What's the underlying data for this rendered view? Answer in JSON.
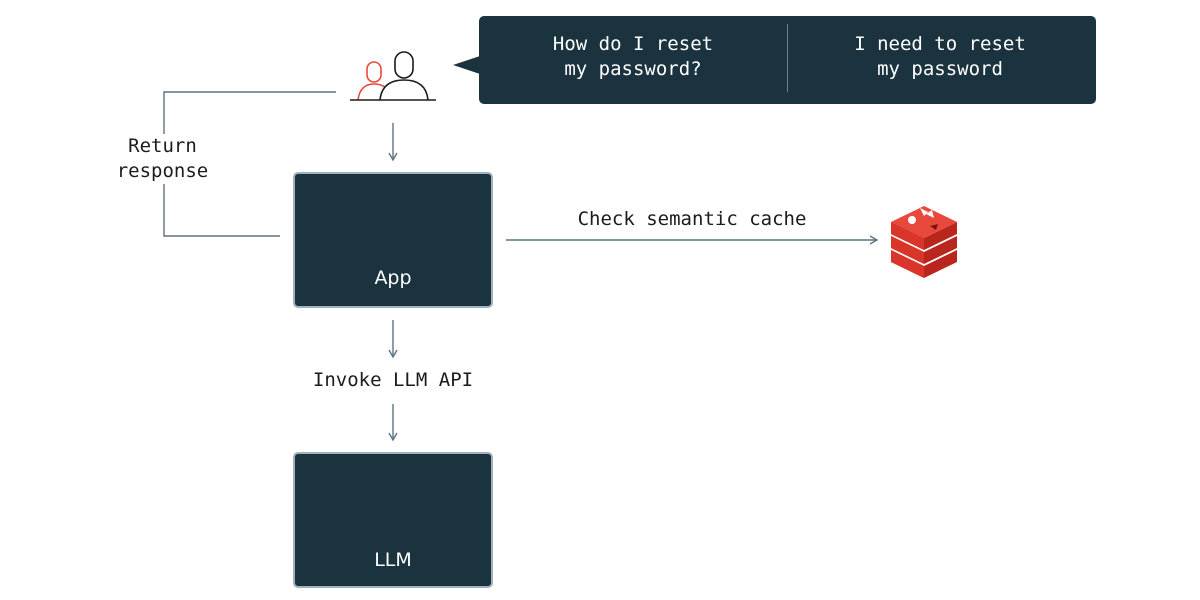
{
  "user_query": {
    "question": "How do I reset\nmy password?",
    "intent": "I need to reset\nmy password"
  },
  "nodes": {
    "app": {
      "label": "App",
      "icon": "gear-icon"
    },
    "llm": {
      "label": "LLM",
      "icon": "brain-icon"
    },
    "users": {
      "icon": "users-icon"
    },
    "cache": {
      "icon": "redis-database-icon"
    }
  },
  "edges": {
    "return_response": "Return\nresponse",
    "check_cache": "Check semantic cache",
    "invoke_llm": "Invoke LLM API"
  },
  "colors": {
    "panel": "#1b323f",
    "accent": "#e8493c",
    "line": "#5e7380",
    "redis": "#d9352a"
  }
}
